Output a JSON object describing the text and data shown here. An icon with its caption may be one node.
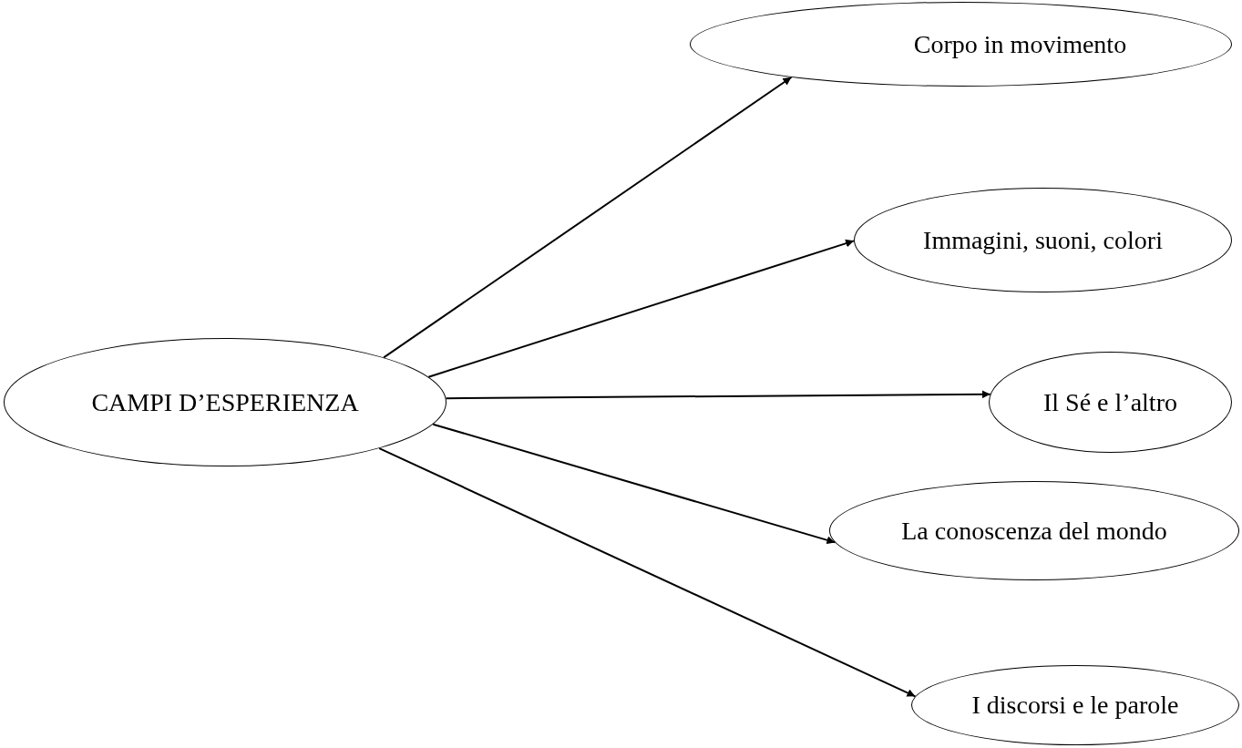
{
  "diagram": {
    "nodes": [
      {
        "text": [
          "CAMPI D’ESPERIENZA"
        ]
      },
      {
        "text": [
          "Corpo in movimento"
        ]
      },
      {
        "text": [
          "Immagini, suoni, colori"
        ]
      },
      {
        "text": [
          "Il Sé e l’altro"
        ]
      },
      {
        "text": [
          "La conoscenza del mondo"
        ]
      },
      {
        "text": [
          "I discorsi e le parole"
        ]
      }
    ],
    "edges": [
      {
        "from": 0,
        "to": 1,
        "arrow": "to"
      },
      {
        "from": 0,
        "to": 2,
        "arrow": "to"
      },
      {
        "from": 0,
        "to": 3,
        "arrow": "to"
      },
      {
        "from": 0,
        "to": 4,
        "arrow": "to"
      },
      {
        "from": 0,
        "to": 5,
        "arrow": "to"
      }
    ]
  }
}
